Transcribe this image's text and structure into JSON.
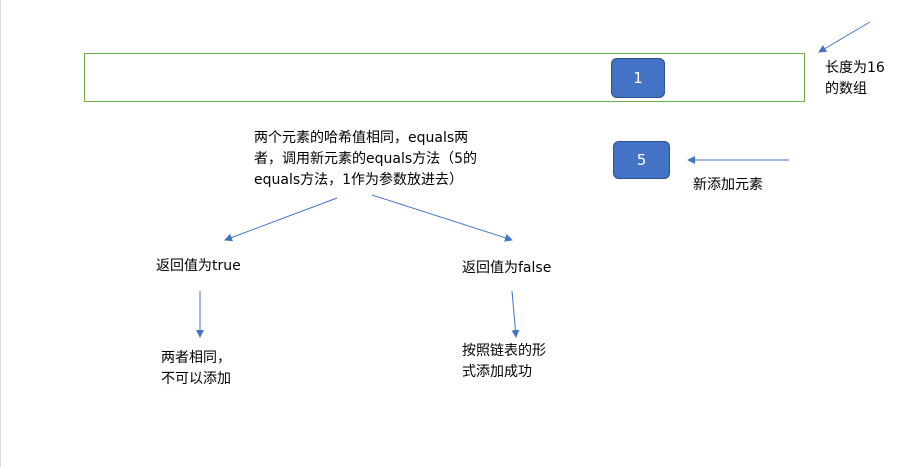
{
  "array_box": {
    "node_value": "1",
    "label_line1": "长度为16",
    "label_line2": "的数组"
  },
  "new_node": {
    "value": "5",
    "label": "新添加元素"
  },
  "hash_note": {
    "line1": "两个元素的哈希值相同，equals两",
    "line2": "者，调用新元素的equals方法（5的",
    "line3": "equals方法，1作为参数放进去）"
  },
  "branch_true": {
    "label": "返回值为true",
    "result_line1": "两者相同，",
    "result_line2": "不可以添加"
  },
  "branch_false": {
    "label": "返回值为false",
    "result_line1": "按照链表的形",
    "result_line2": "式添加成功"
  },
  "colors": {
    "node_fill": "#4472c4",
    "array_border": "#70ad47",
    "arrow": "#4472c4"
  }
}
